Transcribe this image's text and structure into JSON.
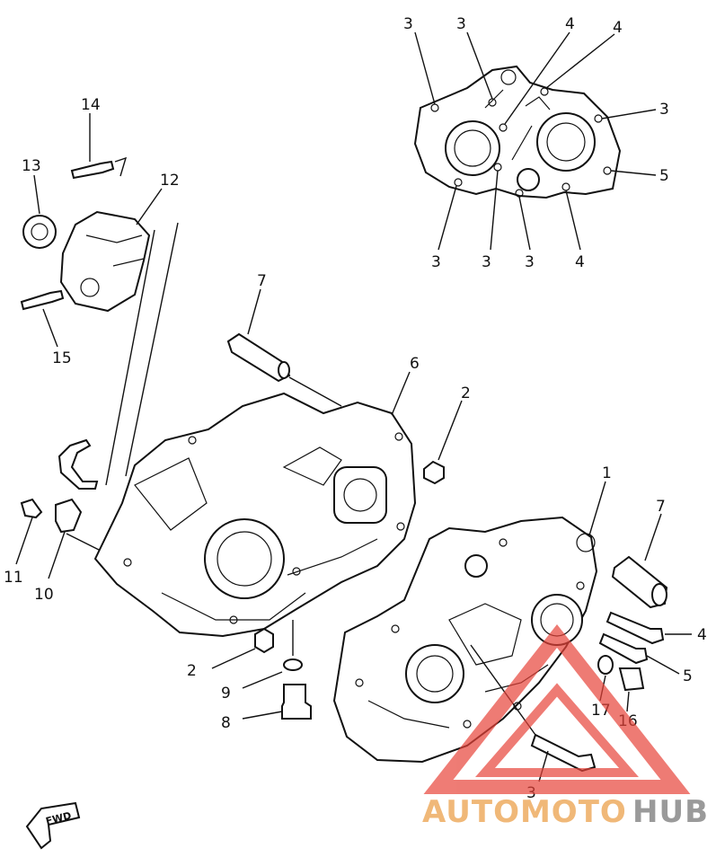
{
  "callouts": {
    "c3a": "3",
    "c3b": "3",
    "c4a": "4",
    "c4b": "4",
    "c3c": "3",
    "c5a": "5",
    "c3d": "3",
    "c3e": "3",
    "c3f": "3",
    "c4c": "4",
    "c14": "14",
    "c13": "13",
    "c12": "12",
    "c15": "15",
    "c7a": "7",
    "c6": "6",
    "c2a": "2",
    "c11": "11",
    "c10": "10",
    "c1": "1",
    "c7b": "7",
    "c4d": "4",
    "c5b": "5",
    "c2b": "2",
    "c9": "9",
    "c8": "8",
    "c17": "17",
    "c16": "16",
    "c3g": "3"
  },
  "fwd_label": "FWD",
  "watermark": {
    "part1": "AUTOMOTO",
    "part2": "HUB",
    "color1": "#f0b878",
    "color2": "#9a9a9a",
    "triangle_color": "#e8443a"
  }
}
